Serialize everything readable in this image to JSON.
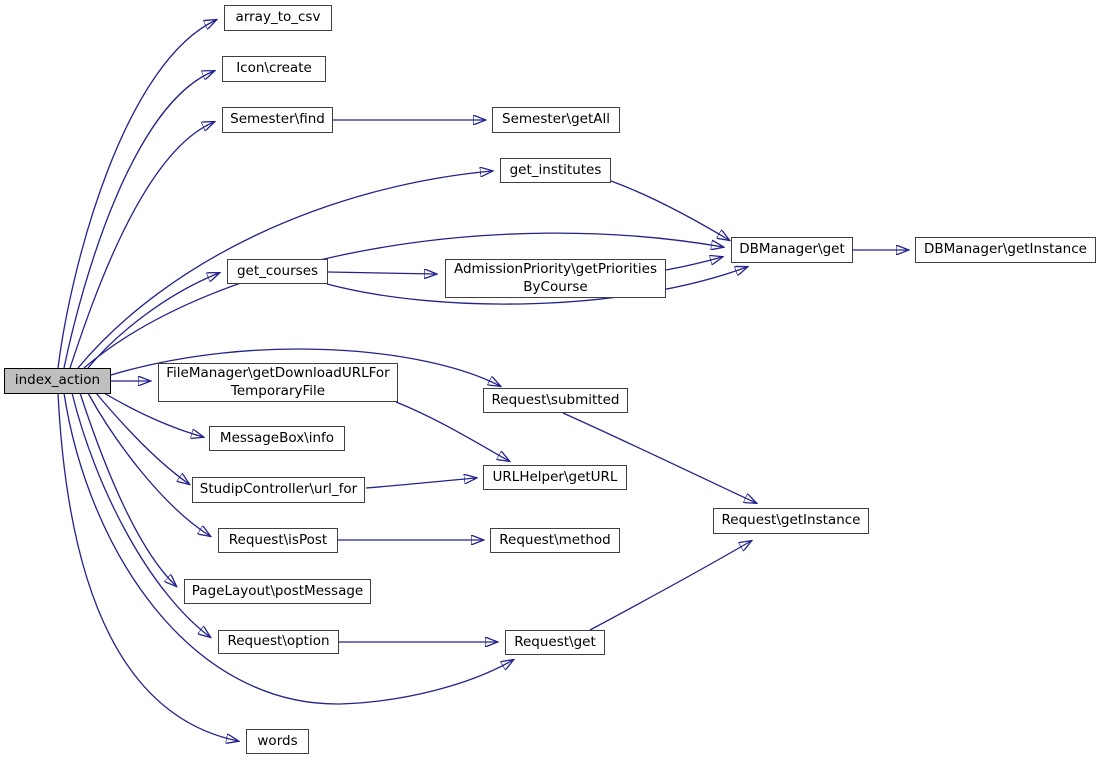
{
  "diagram": {
    "type": "call-graph",
    "root": "index_action",
    "colors": {
      "background": "#ffffff",
      "edge": "#22228c",
      "node_fill": "#ffffff",
      "node_border": "#3f3f3f",
      "root_fill": "#bfbfbf",
      "text": "#000000"
    },
    "nodes": {
      "index_action": {
        "label": "index_action"
      },
      "array_to_csv": {
        "label": "array_to_csv"
      },
      "icon_create": {
        "label": "Icon\\create"
      },
      "semester_find": {
        "label": "Semester\\find"
      },
      "semester_getall": {
        "label": "Semester\\getAll"
      },
      "get_institutes": {
        "label": "get_institutes"
      },
      "dbmanager_get": {
        "label": "DBManager\\get"
      },
      "dbmanager_getinstance": {
        "label": "DBManager\\getInstance"
      },
      "get_courses": {
        "label": "get_courses"
      },
      "admissionpriority_getprioritiesbycourse": {
        "label": "AdmissionPriority\\getPriorities\nByCourse"
      },
      "filemanager_getdownloadurlfortemporaryfile": {
        "label": "FileManager\\getDownloadURLFor\nTemporaryFile"
      },
      "messagebox_info": {
        "label": "MessageBox\\info"
      },
      "request_submitted": {
        "label": "Request\\submitted"
      },
      "studipcontroller_url_for": {
        "label": "StudipController\\url_for"
      },
      "urlhelper_geturl": {
        "label": "URLHelper\\getURL"
      },
      "request_ispost": {
        "label": "Request\\isPost"
      },
      "request_method": {
        "label": "Request\\method"
      },
      "pagelayout_postmessage": {
        "label": "PageLayout\\postMessage"
      },
      "request_option": {
        "label": "Request\\option"
      },
      "request_get": {
        "label": "Request\\get"
      },
      "request_getinstance": {
        "label": "Request\\getInstance"
      },
      "words": {
        "label": "words"
      }
    },
    "edges": [
      {
        "from": "index_action",
        "to": "array_to_csv"
      },
      {
        "from": "index_action",
        "to": "icon_create"
      },
      {
        "from": "index_action",
        "to": "semester_find"
      },
      {
        "from": "index_action",
        "to": "get_institutes"
      },
      {
        "from": "index_action",
        "to": "dbmanager_get"
      },
      {
        "from": "index_action",
        "to": "get_courses"
      },
      {
        "from": "index_action",
        "to": "request_submitted"
      },
      {
        "from": "index_action",
        "to": "filemanager_getdownloadurlfortemporaryfile"
      },
      {
        "from": "index_action",
        "to": "messagebox_info"
      },
      {
        "from": "index_action",
        "to": "studipcontroller_url_for"
      },
      {
        "from": "index_action",
        "to": "request_ispost"
      },
      {
        "from": "index_action",
        "to": "pagelayout_postmessage"
      },
      {
        "from": "index_action",
        "to": "request_option"
      },
      {
        "from": "index_action",
        "to": "request_get"
      },
      {
        "from": "index_action",
        "to": "words"
      },
      {
        "from": "semester_find",
        "to": "semester_getall"
      },
      {
        "from": "get_institutes",
        "to": "dbmanager_get"
      },
      {
        "from": "get_courses",
        "to": "admissionpriority_getprioritiesbycourse"
      },
      {
        "from": "get_courses",
        "to": "dbmanager_get"
      },
      {
        "from": "admissionpriority_getprioritiesbycourse",
        "to": "dbmanager_get"
      },
      {
        "from": "dbmanager_get",
        "to": "dbmanager_getinstance"
      },
      {
        "from": "filemanager_getdownloadurlfortemporaryfile",
        "to": "urlhelper_geturl"
      },
      {
        "from": "studipcontroller_url_for",
        "to": "urlhelper_geturl"
      },
      {
        "from": "request_submitted",
        "to": "request_getinstance"
      },
      {
        "from": "request_ispost",
        "to": "request_method"
      },
      {
        "from": "request_option",
        "to": "request_get"
      },
      {
        "from": "request_get",
        "to": "request_getinstance"
      }
    ]
  }
}
